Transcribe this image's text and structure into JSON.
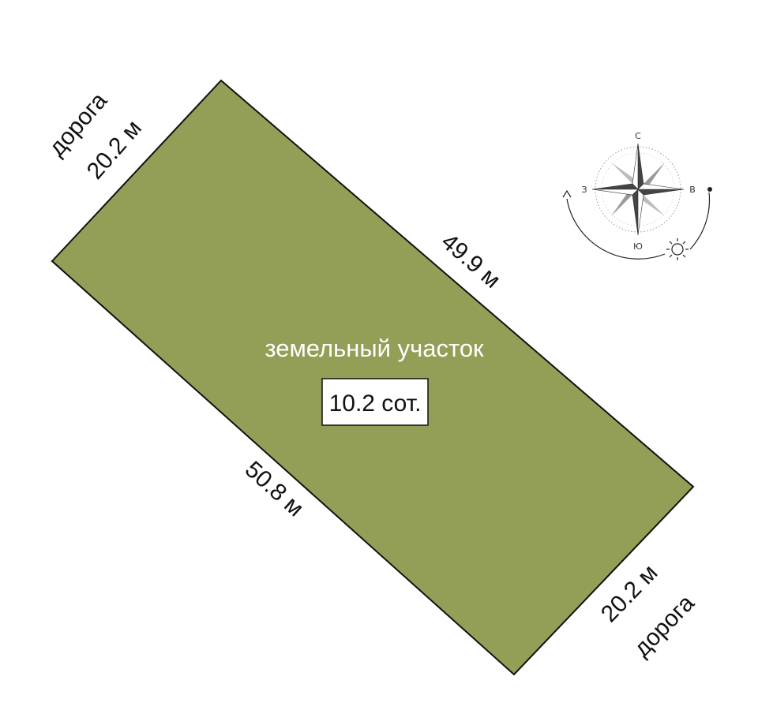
{
  "plot": {
    "title": "земельный участок",
    "area": "10.2 сот.",
    "fill_color": "#939f57",
    "sides": {
      "top_left": "20.2 м",
      "top_right": "49.9 м",
      "bottom_left": "50.8 м",
      "bottom_right": "20.2 м"
    },
    "roads": {
      "top_left": "дорога",
      "bottom_right": "дорога"
    }
  },
  "compass": {
    "north": "С",
    "south": "Ю",
    "west": "З",
    "east": "В",
    "sun_icon": "sun-icon"
  }
}
